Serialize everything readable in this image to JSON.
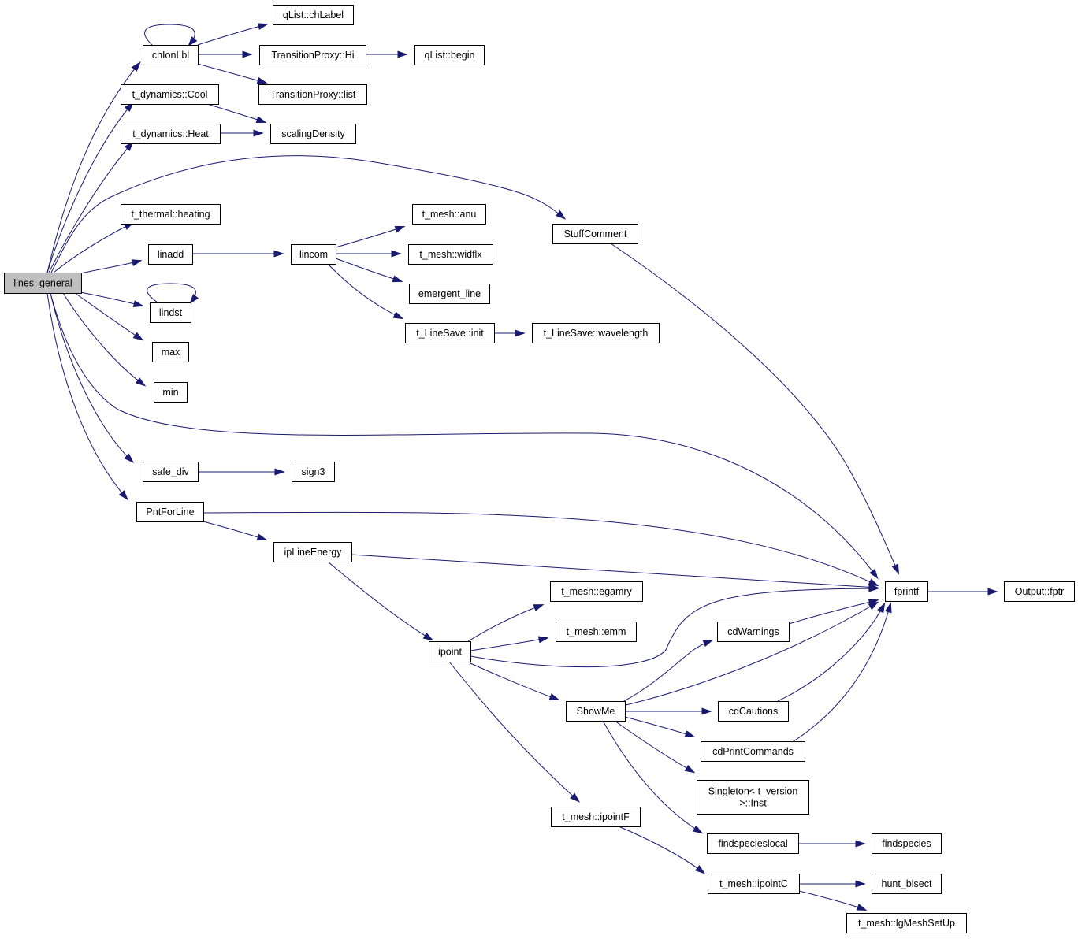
{
  "graph": {
    "type": "call-graph",
    "edge_color": "#191970",
    "node_fill": "#ffffff",
    "root_fill": "#bfbfbf",
    "root": "lines_general",
    "nodes": [
      {
        "id": "lines_general",
        "label": "lines_general"
      },
      {
        "id": "chIonLbl",
        "label": "chIonLbl"
      },
      {
        "id": "qList_chLabel",
        "label": "qList::chLabel"
      },
      {
        "id": "TP_Hi",
        "label": "TransitionProxy::Hi"
      },
      {
        "id": "qList_begin",
        "label": "qList::begin"
      },
      {
        "id": "TP_list",
        "label": "TransitionProxy::list"
      },
      {
        "id": "dyn_Cool",
        "label": "t_dynamics::Cool"
      },
      {
        "id": "dyn_Heat",
        "label": "t_dynamics::Heat"
      },
      {
        "id": "scalingDensity",
        "label": "scalingDensity"
      },
      {
        "id": "thermal_heating",
        "label": "t_thermal::heating"
      },
      {
        "id": "StuffComment",
        "label": "StuffComment"
      },
      {
        "id": "linadd",
        "label": "linadd"
      },
      {
        "id": "lincom",
        "label": "lincom"
      },
      {
        "id": "mesh_anu",
        "label": "t_mesh::anu"
      },
      {
        "id": "mesh_widflx",
        "label": "t_mesh::widflx"
      },
      {
        "id": "emergent_line",
        "label": "emergent_line"
      },
      {
        "id": "LineSave_init",
        "label": "t_LineSave::init"
      },
      {
        "id": "LineSave_wavelength",
        "label": "t_LineSave::wavelength"
      },
      {
        "id": "lindst",
        "label": "lindst"
      },
      {
        "id": "max",
        "label": "max"
      },
      {
        "id": "min",
        "label": "min"
      },
      {
        "id": "safe_div",
        "label": "safe_div"
      },
      {
        "id": "sign3",
        "label": "sign3"
      },
      {
        "id": "PntForLine",
        "label": "PntForLine"
      },
      {
        "id": "ipLineEnergy",
        "label": "ipLineEnergy"
      },
      {
        "id": "fprintf",
        "label": "fprintf"
      },
      {
        "id": "Output_fptr",
        "label": "Output::fptr"
      },
      {
        "id": "mesh_egamry",
        "label": "t_mesh::egamry"
      },
      {
        "id": "mesh_emm",
        "label": "t_mesh::emm"
      },
      {
        "id": "ipoint",
        "label": "ipoint"
      },
      {
        "id": "cdWarnings",
        "label": "cdWarnings"
      },
      {
        "id": "ShowMe",
        "label": "ShowMe"
      },
      {
        "id": "cdCautions",
        "label": "cdCautions"
      },
      {
        "id": "cdPrintCommands",
        "label": "cdPrintCommands"
      },
      {
        "id": "Singleton_Inst",
        "label_lines": [
          "Singleton< t_version",
          ">::Inst"
        ]
      },
      {
        "id": "mesh_ipointF",
        "label": "t_mesh::ipointF"
      },
      {
        "id": "findspecieslocal",
        "label": "findspecieslocal"
      },
      {
        "id": "findspecies",
        "label": "findspecies"
      },
      {
        "id": "mesh_ipointC",
        "label": "t_mesh::ipointC"
      },
      {
        "id": "hunt_bisect",
        "label": "hunt_bisect"
      },
      {
        "id": "mesh_lgMeshSetUp",
        "label": "t_mesh::lgMeshSetUp"
      }
    ],
    "edges": [
      [
        "lines_general",
        "chIonLbl"
      ],
      [
        "lines_general",
        "dyn_Cool"
      ],
      [
        "lines_general",
        "dyn_Heat"
      ],
      [
        "lines_general",
        "StuffComment"
      ],
      [
        "lines_general",
        "thermal_heating"
      ],
      [
        "lines_general",
        "linadd"
      ],
      [
        "lines_general",
        "lindst"
      ],
      [
        "lines_general",
        "max"
      ],
      [
        "lines_general",
        "min"
      ],
      [
        "lines_general",
        "fprintf"
      ],
      [
        "lines_general",
        "safe_div"
      ],
      [
        "lines_general",
        "PntForLine"
      ],
      [
        "chIonLbl",
        "chIonLbl"
      ],
      [
        "chIonLbl",
        "qList_chLabel"
      ],
      [
        "chIonLbl",
        "TP_Hi"
      ],
      [
        "chIonLbl",
        "TP_list"
      ],
      [
        "TP_Hi",
        "qList_begin"
      ],
      [
        "dyn_Cool",
        "scalingDensity"
      ],
      [
        "dyn_Heat",
        "scalingDensity"
      ],
      [
        "StuffComment",
        "fprintf"
      ],
      [
        "linadd",
        "lincom"
      ],
      [
        "lincom",
        "mesh_anu"
      ],
      [
        "lincom",
        "mesh_widflx"
      ],
      [
        "lincom",
        "emergent_line"
      ],
      [
        "lincom",
        "LineSave_init"
      ],
      [
        "LineSave_init",
        "LineSave_wavelength"
      ],
      [
        "lindst",
        "lindst"
      ],
      [
        "safe_div",
        "sign3"
      ],
      [
        "PntForLine",
        "fprintf"
      ],
      [
        "PntForLine",
        "ipLineEnergy"
      ],
      [
        "ipLineEnergy",
        "fprintf"
      ],
      [
        "ipLineEnergy",
        "ipoint"
      ],
      [
        "fprintf",
        "Output_fptr"
      ],
      [
        "ipoint",
        "mesh_egamry"
      ],
      [
        "ipoint",
        "mesh_emm"
      ],
      [
        "ipoint",
        "fprintf"
      ],
      [
        "ipoint",
        "ShowMe"
      ],
      [
        "ipoint",
        "mesh_ipointF"
      ],
      [
        "ShowMe",
        "cdWarnings"
      ],
      [
        "ShowMe",
        "fprintf"
      ],
      [
        "ShowMe",
        "cdCautions"
      ],
      [
        "ShowMe",
        "cdPrintCommands"
      ],
      [
        "ShowMe",
        "Singleton_Inst"
      ],
      [
        "ShowMe",
        "findspecieslocal"
      ],
      [
        "cdWarnings",
        "fprintf"
      ],
      [
        "cdCautions",
        "fprintf"
      ],
      [
        "cdPrintCommands",
        "fprintf"
      ],
      [
        "findspecieslocal",
        "findspecies"
      ],
      [
        "mesh_ipointF",
        "mesh_ipointC"
      ],
      [
        "mesh_ipointC",
        "hunt_bisect"
      ],
      [
        "mesh_ipointC",
        "mesh_lgMeshSetUp"
      ]
    ]
  }
}
